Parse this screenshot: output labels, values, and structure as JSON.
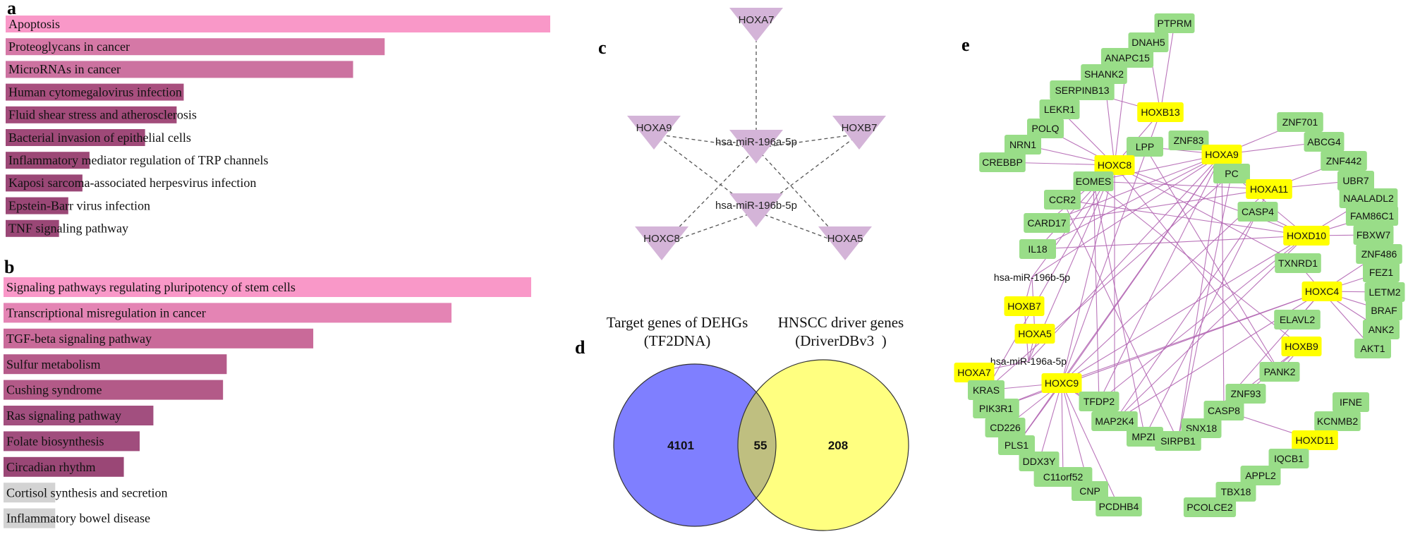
{
  "panel_labels": {
    "a": "a",
    "b": "b",
    "c": "c",
    "d": "d",
    "e": "e"
  },
  "colors": {
    "bar_gradient": [
      "#f998c8",
      "#d578a6",
      "#c26a96",
      "#a84f7e",
      "#9a4776"
    ],
    "bar_grey": "#d3d3d3",
    "triangle_fill": "#d4b4d8",
    "venn_left": "#7f7fff",
    "venn_right": "#ffff80",
    "venn_overlap": "#bfbf80",
    "gene_node": "#99dd88",
    "hox_node": "#ffff00",
    "edge_e": "#b266b2"
  },
  "chart_data": [
    {
      "type": "bar",
      "panel": "a",
      "orientation": "horizontal",
      "categories": [
        "Apoptosis",
        "Proteoglycans in cancer",
        "MicroRNAs in cancer",
        "Human cytomegalovirus infection",
        "Fluid shear stress and atherosclerosis",
        "Bacterial invasion of epithelial cells",
        "Inflammatory mediator regulation of TRP channels",
        "Kaposi sarcoma-associated herpesvirus infection",
        "Epstein-Barr virus infection",
        "TNF signaling pathway"
      ],
      "values": [
        100,
        69.6,
        63.8,
        32.7,
        31.4,
        25.6,
        15.4,
        14.1,
        11.5,
        9.8
      ],
      "bar_colors": [
        "#f998c8",
        "#d578a6",
        "#cc72a0",
        "#a84f7e",
        "#a24b7a",
        "#9f4978",
        "#9c4876",
        "#9a4776",
        "#9a4776",
        "#9a4776"
      ],
      "xlim": [
        0,
        100
      ]
    },
    {
      "type": "bar",
      "panel": "b",
      "orientation": "horizontal",
      "categories": [
        "Signaling pathways regulating pluripotency of stem cells",
        "Transcriptional misregulation in cancer",
        "TGF-beta signaling pathway",
        "Sulfur metabolism",
        "Cushing syndrome",
        "Ras signaling pathway",
        "Folate biosynthesis",
        "Circadian rhythm",
        "Cortisol synthesis and secretion",
        "Inflammatory bowel disease"
      ],
      "values": [
        100,
        84.9,
        58.7,
        42.3,
        41.6,
        28.4,
        25.8,
        22.8,
        9.8,
        9.8
      ],
      "bar_colors": [
        "#f998c8",
        "#e484b4",
        "#c96a99",
        "#b55b8a",
        "#b35a88",
        "#a24f7f",
        "#a04d7d",
        "#9a4776",
        "#d3d3d3",
        "#d3d3d3"
      ],
      "xlim": [
        0,
        100
      ]
    }
  ],
  "network_c": {
    "nodes": [
      {
        "id": "HOXA7",
        "label": "HOXA7"
      },
      {
        "id": "HOXA9",
        "label": "HOXA9"
      },
      {
        "id": "mir196a",
        "label": "hsa-miR-196a-5p"
      },
      {
        "id": "HOXB7",
        "label": "HOXB7"
      },
      {
        "id": "mir196b",
        "label": "hsa-miR-196b-5p"
      },
      {
        "id": "HOXC8",
        "label": "HOXC8"
      },
      {
        "id": "HOXA5",
        "label": "HOXA5"
      }
    ],
    "edges": [
      [
        "HOXA7",
        "mir196a"
      ],
      [
        "HOXA9",
        "mir196a"
      ],
      [
        "HOXB7",
        "mir196a"
      ],
      [
        "HOXC8",
        "mir196a"
      ],
      [
        "HOXA5",
        "mir196a"
      ],
      [
        "HOXA9",
        "mir196b"
      ],
      [
        "HOXB7",
        "mir196b"
      ],
      [
        "HOXC8",
        "mir196b"
      ],
      [
        "HOXA5",
        "mir196b"
      ]
    ]
  },
  "venn_d": {
    "left_title": [
      "Target genes of DEHGs",
      "(TF2DNA)"
    ],
    "right_title": [
      "HNSCC driver genes",
      "(DriverDBv3  )"
    ],
    "left_only": "4101",
    "overlap": "55",
    "right_only": "208"
  },
  "network_e": {
    "nodes": [
      {
        "id": "PTPRM",
        "label": "PTPRM",
        "kind": "gene"
      },
      {
        "id": "DNAH5",
        "label": "DNAH5",
        "kind": "gene"
      },
      {
        "id": "ANAPC15",
        "label": "ANAPC15",
        "kind": "gene"
      },
      {
        "id": "SHANK2",
        "label": "SHANK2",
        "kind": "gene"
      },
      {
        "id": "SERPINB13",
        "label": "SERPINB13",
        "kind": "gene"
      },
      {
        "id": "LEKR1",
        "label": "LEKR1",
        "kind": "gene"
      },
      {
        "id": "HOXB13",
        "label": "HOXB13",
        "kind": "hox"
      },
      {
        "id": "POLQ",
        "label": "POLQ",
        "kind": "gene"
      },
      {
        "id": "ZNF701",
        "label": "ZNF701",
        "kind": "gene"
      },
      {
        "id": "NRN1",
        "label": "NRN1",
        "kind": "gene"
      },
      {
        "id": "LPP",
        "label": "LPP",
        "kind": "gene"
      },
      {
        "id": "ZNF83",
        "label": "ZNF83",
        "kind": "gene"
      },
      {
        "id": "ABCG4",
        "label": "ABCG4",
        "kind": "gene"
      },
      {
        "id": "HOXA9",
        "label": "HOXA9",
        "kind": "hox"
      },
      {
        "id": "CREBBP",
        "label": "CREBBP",
        "kind": "gene"
      },
      {
        "id": "HOXC8",
        "label": "HOXC8",
        "kind": "hox"
      },
      {
        "id": "ZNF442",
        "label": "ZNF442",
        "kind": "gene"
      },
      {
        "id": "PC",
        "label": "PC",
        "kind": "gene"
      },
      {
        "id": "EOMES",
        "label": "EOMES",
        "kind": "gene"
      },
      {
        "id": "UBR7",
        "label": "UBR7",
        "kind": "gene"
      },
      {
        "id": "HOXA11",
        "label": "HOXA11",
        "kind": "hox"
      },
      {
        "id": "NAALADL2",
        "label": "NAALADL2",
        "kind": "gene"
      },
      {
        "id": "CCR2",
        "label": "CCR2",
        "kind": "gene"
      },
      {
        "id": "CASP4",
        "label": "CASP4",
        "kind": "gene"
      },
      {
        "id": "FAM86C1",
        "label": "FAM86C1",
        "kind": "gene"
      },
      {
        "id": "CARD17",
        "label": "CARD17",
        "kind": "gene"
      },
      {
        "id": "HOXD10",
        "label": "HOXD10",
        "kind": "hox"
      },
      {
        "id": "FBXW7",
        "label": "FBXW7",
        "kind": "gene"
      },
      {
        "id": "ZNF486",
        "label": "ZNF486",
        "kind": "gene"
      },
      {
        "id": "IL18",
        "label": "IL18",
        "kind": "gene"
      },
      {
        "id": "TXNRD1",
        "label": "TXNRD1",
        "kind": "gene"
      },
      {
        "id": "FEZ1",
        "label": "FEZ1",
        "kind": "gene"
      },
      {
        "id": "mir196b",
        "label": "hsa-miR-196b-5p",
        "kind": "mirna"
      },
      {
        "id": "HOXC4",
        "label": "HOXC4",
        "kind": "hox"
      },
      {
        "id": "LETM2",
        "label": "LETM2",
        "kind": "gene"
      },
      {
        "id": "HOXB7",
        "label": "HOXB7",
        "kind": "hox"
      },
      {
        "id": "BRAF",
        "label": "BRAF",
        "kind": "gene"
      },
      {
        "id": "ELAVL2",
        "label": "ELAVL2",
        "kind": "gene"
      },
      {
        "id": "HOXA5",
        "label": "HOXA5",
        "kind": "hox"
      },
      {
        "id": "ANK2",
        "label": "ANK2",
        "kind": "gene"
      },
      {
        "id": "HOXB9",
        "label": "HOXB9",
        "kind": "hox"
      },
      {
        "id": "AKT1",
        "label": "AKT1",
        "kind": "gene"
      },
      {
        "id": "mir196a",
        "label": "hsa-miR-196a-5p",
        "kind": "mirna"
      },
      {
        "id": "HOXA7",
        "label": "HOXA7",
        "kind": "hox"
      },
      {
        "id": "PANK2",
        "label": "PANK2",
        "kind": "gene"
      },
      {
        "id": "HOXC9",
        "label": "HOXC9",
        "kind": "hox"
      },
      {
        "id": "KRAS",
        "label": "KRAS",
        "kind": "gene"
      },
      {
        "id": "ZNF93",
        "label": "ZNF93",
        "kind": "gene"
      },
      {
        "id": "TFDP2",
        "label": "TFDP2",
        "kind": "gene"
      },
      {
        "id": "PIK3R1",
        "label": "PIK3R1",
        "kind": "gene"
      },
      {
        "id": "CASP8",
        "label": "CASP8",
        "kind": "gene"
      },
      {
        "id": "IFNE",
        "label": "IFNE",
        "kind": "gene"
      },
      {
        "id": "CD226",
        "label": "CD226",
        "kind": "gene"
      },
      {
        "id": "MAP2K4",
        "label": "MAP2K4",
        "kind": "gene"
      },
      {
        "id": "KCNMB2",
        "label": "KCNMB2",
        "kind": "gene"
      },
      {
        "id": "SNX18",
        "label": "SNX18",
        "kind": "gene"
      },
      {
        "id": "PLS1",
        "label": "PLS1",
        "kind": "gene"
      },
      {
        "id": "MPZL",
        "label": "MPZL",
        "kind": "gene"
      },
      {
        "id": "SIRPB1",
        "label": "SIRPB1",
        "kind": "gene"
      },
      {
        "id": "HOXD11",
        "label": "HOXD11",
        "kind": "hox"
      },
      {
        "id": "DDX3Y",
        "label": "DDX3Y",
        "kind": "gene"
      },
      {
        "id": "IQCB1",
        "label": "IQCB1",
        "kind": "gene"
      },
      {
        "id": "C11orf52",
        "label": "C11orf52",
        "kind": "gene"
      },
      {
        "id": "CNP",
        "label": "CNP",
        "kind": "gene"
      },
      {
        "id": "APPL2",
        "label": "APPL2",
        "kind": "gene"
      },
      {
        "id": "PCDHB4",
        "label": "PCDHB4",
        "kind": "gene"
      },
      {
        "id": "TBX18",
        "label": "TBX18",
        "kind": "gene"
      },
      {
        "id": "PCOLCE2",
        "label": "PCOLCE2",
        "kind": "gene"
      }
    ],
    "edges": [
      [
        "HOXB13",
        "PTPRM"
      ],
      [
        "HOXB13",
        "DNAH5"
      ],
      [
        "HOXB13",
        "HOXC8"
      ],
      [
        "HOXB13",
        "HOXC9"
      ],
      [
        "HOXB13",
        "SERPINB13"
      ],
      [
        "HOXC8",
        "SHANK2"
      ],
      [
        "HOXC8",
        "ANAPC15"
      ],
      [
        "HOXC8",
        "LEKR1"
      ],
      [
        "HOXC8",
        "POLQ"
      ],
      [
        "HOXC8",
        "NRN1"
      ],
      [
        "HOXC8",
        "CREBBP"
      ],
      [
        "HOXC8",
        "LPP"
      ],
      [
        "HOXC8",
        "CCR2"
      ],
      [
        "HOXC8",
        "CARD17"
      ],
      [
        "HOXC8",
        "IL18"
      ],
      [
        "HOXC8",
        "TXNRD1"
      ],
      [
        "HOXC8",
        "HOXC9"
      ],
      [
        "HOXC8",
        "MAP2K4"
      ],
      [
        "HOXC8",
        "KRAS"
      ],
      [
        "HOXC8",
        "PANK2"
      ],
      [
        "HOXC8",
        "HOXD10"
      ],
      [
        "HOXA9",
        "ZNF83"
      ],
      [
        "HOXA9",
        "ZNF701"
      ],
      [
        "HOXA9",
        "ABCG4"
      ],
      [
        "HOXA9",
        "LPP"
      ],
      [
        "HOXA9",
        "EOMES"
      ],
      [
        "HOXA9",
        "CARD17"
      ],
      [
        "HOXA9",
        "HOXC9"
      ],
      [
        "HOXA9",
        "TFDP2"
      ],
      [
        "HOXA9",
        "IL18"
      ],
      [
        "HOXA9",
        "CASP8"
      ],
      [
        "HOXA9",
        "SIRPB1"
      ],
      [
        "HOXA11",
        "ZNF442"
      ],
      [
        "HOXA11",
        "UBR7"
      ],
      [
        "HOXA11",
        "EOMES"
      ],
      [
        "HOXA11",
        "HOXC9"
      ],
      [
        "HOXA11",
        "MPZL"
      ],
      [
        "HOXA11",
        "PC"
      ],
      [
        "HOXD10",
        "NAALADL2"
      ],
      [
        "HOXD10",
        "FAM86C1"
      ],
      [
        "HOXD10",
        "FBXW7"
      ],
      [
        "HOXD10",
        "CASP4"
      ],
      [
        "HOXD10",
        "IL18"
      ],
      [
        "HOXD10",
        "MAP2K4"
      ],
      [
        "HOXD10",
        "TFDP2"
      ],
      [
        "HOXD10",
        "HOXC9"
      ],
      [
        "HOXD10",
        "PC"
      ],
      [
        "HOXC4",
        "ZNF486"
      ],
      [
        "HOXC4",
        "FEZ1"
      ],
      [
        "HOXC4",
        "LETM2"
      ],
      [
        "HOXC4",
        "BRAF"
      ],
      [
        "HOXC4",
        "ANK2"
      ],
      [
        "HOXC4",
        "AKT1"
      ],
      [
        "HOXC4",
        "TXNRD1"
      ],
      [
        "HOXC4",
        "HOXC9"
      ],
      [
        "HOXC4",
        "PIK3R1"
      ],
      [
        "HOXC4",
        "SNX18"
      ],
      [
        "HOXC4",
        "ELAVL2"
      ],
      [
        "HOXC4",
        "MAP2K4"
      ],
      [
        "HOXB9",
        "PANK2"
      ],
      [
        "HOXB9",
        "ZNF93"
      ],
      [
        "HOXB9",
        "SIRPB1"
      ],
      [
        "HOXB9",
        "EOMES"
      ],
      [
        "HOXD11",
        "KCNMB2"
      ],
      [
        "HOXD11",
        "IFNE"
      ],
      [
        "HOXD11",
        "IQCB1"
      ],
      [
        "HOXD11",
        "CASP8"
      ],
      [
        "HOXD11",
        "APPL2"
      ],
      [
        "HOXC9",
        "KRAS"
      ],
      [
        "HOXC9",
        "PIK3R1"
      ],
      [
        "HOXC9",
        "CD226"
      ],
      [
        "HOXC9",
        "PLS1"
      ],
      [
        "HOXC9",
        "DDX3Y"
      ],
      [
        "HOXC9",
        "C11orf52"
      ],
      [
        "HOXC9",
        "CNP"
      ],
      [
        "HOXC9",
        "PCDHB4"
      ],
      [
        "HOXC9",
        "TFDP2"
      ],
      [
        "HOXC9",
        "MAP2K4"
      ],
      [
        "HOXC9",
        "MPZL"
      ],
      [
        "HOXA7",
        "mir196a"
      ],
      [
        "HOXA5",
        "mir196a"
      ],
      [
        "HOXB7",
        "mir196b"
      ],
      [
        "HOXA5",
        "mir196b"
      ],
      [
        "HOXC8",
        "mir196b"
      ],
      [
        "HOXC8",
        "mir196a"
      ],
      [
        "HOXA9",
        "mir196a"
      ],
      [
        "HOXB7",
        "mir196a"
      ],
      [
        "HOXA9",
        "mir196b"
      ],
      [
        "EOMES",
        "TFDP2"
      ],
      [
        "CCR2",
        "HOXD10"
      ],
      [
        "CARD17",
        "HOXA11"
      ],
      [
        "EOMES",
        "MPZL"
      ],
      [
        "CCR2",
        "SIRPB1"
      ],
      [
        "PC",
        "SIRPB1"
      ],
      [
        "PC",
        "KRAS"
      ],
      [
        "CASP4",
        "MAP2K4"
      ],
      [
        "LPP",
        "PANK2"
      ],
      [
        "HOXA9",
        "PLS1"
      ]
    ]
  }
}
